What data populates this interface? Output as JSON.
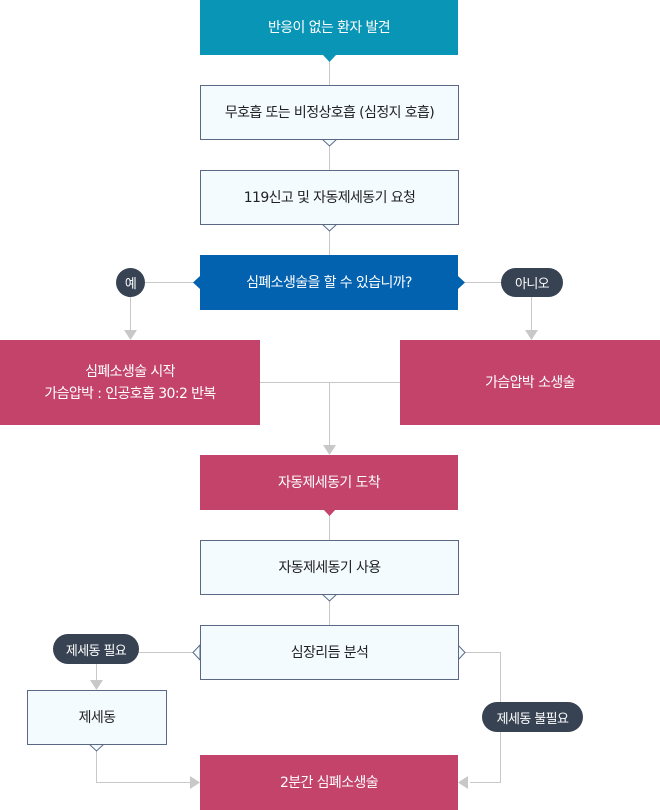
{
  "flowchart": {
    "steps": {
      "discover": "반응이 없는 환자 발견",
      "breathing": "무호흡 또는 비정상호흡 (심정지 호흡)",
      "call": "119신고 및 자동제세동기 요청",
      "decision": "심폐소생술을 할 수 있습니까?",
      "cpr_start_line1": "심폐소생술 시작",
      "cpr_start_line2": "가슴압박 : 인공호흡 30:2 반복",
      "hands_only": "가슴압박 소생술",
      "aed_arrive": "자동제세동기 도착",
      "aed_use": "자동제세동기 사용",
      "rhythm": "심장리듬 분석",
      "shock": "제세동",
      "cpr_2min": "2분간 심폐소생술"
    },
    "labels": {
      "yes": "예",
      "no": "아니오",
      "shock_needed": "제세동 필요",
      "shock_not_needed": "제세동 불필요"
    },
    "colors": {
      "teal": "#0895b6",
      "blue": "#0262b0",
      "pink": "#c3436b",
      "light": "#f3fbff",
      "pill": "#374352",
      "connector": "#c8c8c8"
    }
  }
}
